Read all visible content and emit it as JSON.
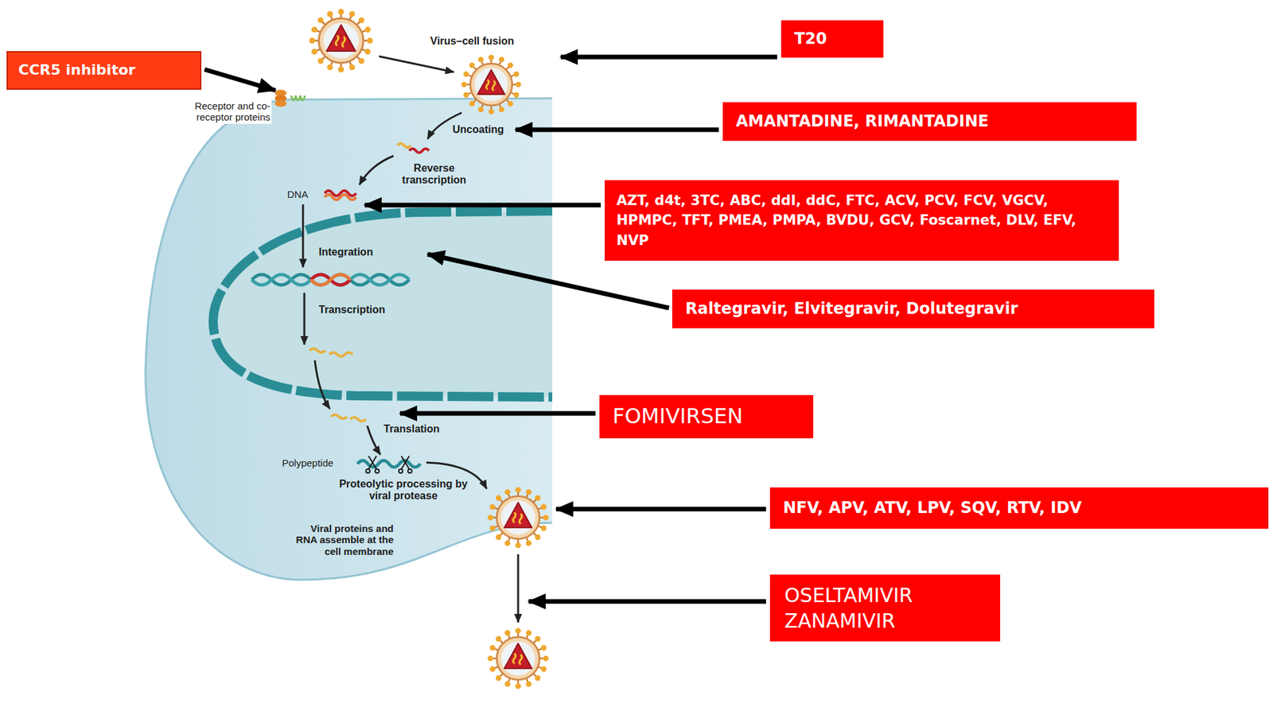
{
  "diagram": {
    "nodes": [
      {
        "text": [
          "T20"
        ]
      },
      {
        "text": [
          "CCR5 inhibitor"
        ]
      },
      {
        "text": [
          "AMANTADINE, RIMANTADINE"
        ]
      },
      {
        "text": [
          "AZT, d4t, 3TC, ABC, ddI, ddC, FTC, ACV, PCV, FCV, VGCV, HPMPC, TFT, PMEA, PMPA, BVDU, GCV, Foscarnet, DLV, EFV, NVP"
        ]
      },
      {
        "text": [
          "Raltegravir, Elvitegravir, Dolutegravir"
        ]
      },
      {
        "text": [
          "FOMIVIRSEN"
        ]
      },
      {
        "text": [
          "NFV, APV, ATV, LPV, SQV, RTV, IDV"
        ]
      },
      {
        "text": [
          "OSELTAMIVIR ZANAMIVIR"
        ]
      }
    ],
    "labels": [
      "Virus–cell fusion",
      "Receptor and co-receptor proteins",
      "Uncoating",
      "Reverse transcription",
      "DNA",
      "Integration",
      "Transcription",
      "Translation",
      "Polypeptide",
      "Proteolytic processing by viral protease",
      "Viral proteins and RNA assemble at the cell membrane"
    ]
  }
}
